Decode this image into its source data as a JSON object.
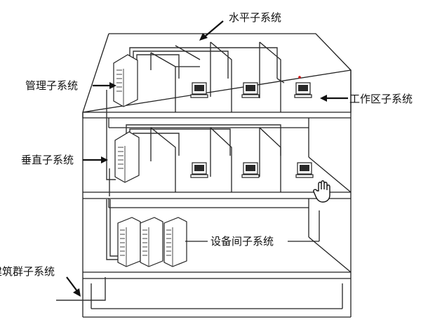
{
  "labels": {
    "horizontal": "水平子系统",
    "management": "管理子系统",
    "workarea": "工作区子系统",
    "vertical": "垂直子系统",
    "equipment": "设备间子系统",
    "campus": "建筑群子系统"
  }
}
